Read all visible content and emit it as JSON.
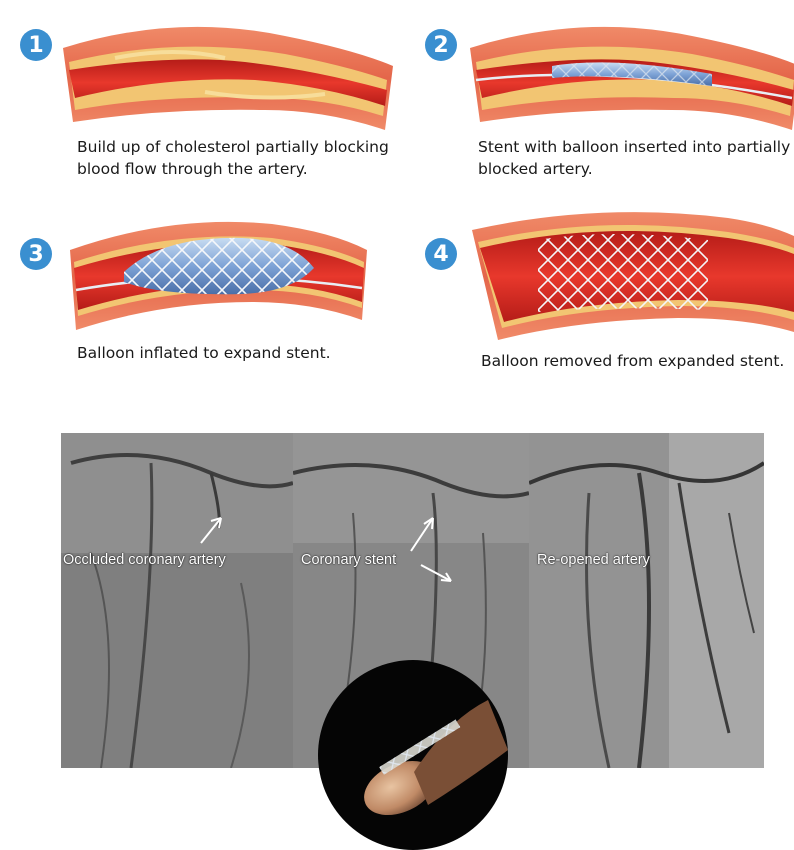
{
  "colors": {
    "badge": "#3a8fd0",
    "vessel_wall": "#e4664a",
    "vessel_lumen": "#d92d24",
    "plaque": "#f2c572",
    "stent_balloon": "#8fb3e0",
    "xray_background": "#8c8c8c",
    "inset_background": "#050505"
  },
  "steps": [
    {
      "number": "1",
      "caption_lines": [
        "Build up of cholesterol partially blocking",
        "blood flow through the artery."
      ]
    },
    {
      "number": "2",
      "caption_lines": [
        "Stent with balloon inserted into partially",
        "blocked artery."
      ]
    },
    {
      "number": "3",
      "caption_lines": [
        "Balloon inflated to expand stent."
      ]
    },
    {
      "number": "4",
      "caption_lines": [
        "Balloon removed from expanded stent."
      ]
    }
  ],
  "angiogram": {
    "labels": [
      "Occluded coronary artery",
      "Coronary stent",
      "Re-opened artery"
    ]
  }
}
